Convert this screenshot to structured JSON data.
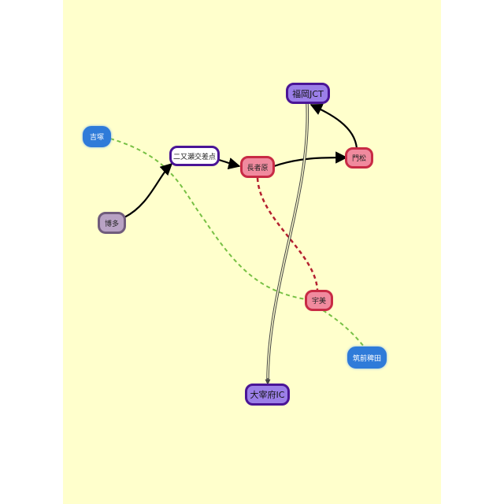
{
  "nodes": {
    "yoshizuka": "吉塚",
    "futamatase": "二又瀬交差点",
    "hakata": "博多",
    "chojabaru": "長者原",
    "kadomatsu": "門松",
    "fukuoka_jct": "福岡JCT",
    "umi": "宇美",
    "chikuzen_haruta": "筑前稗田",
    "dazaifu_ic": "大宰府IC"
  },
  "colors": {
    "background": "#ffffcc",
    "blue_node": "#2f7bd9",
    "pink_node": "#f08a9e",
    "pink_border": "#c82b45",
    "purple_node": "#9b7fe8",
    "purple_border": "#4a1596",
    "green_dashed_edge": "#77c044",
    "red_dashed_edge": "#b3202f",
    "black_edge": "#000000"
  }
}
